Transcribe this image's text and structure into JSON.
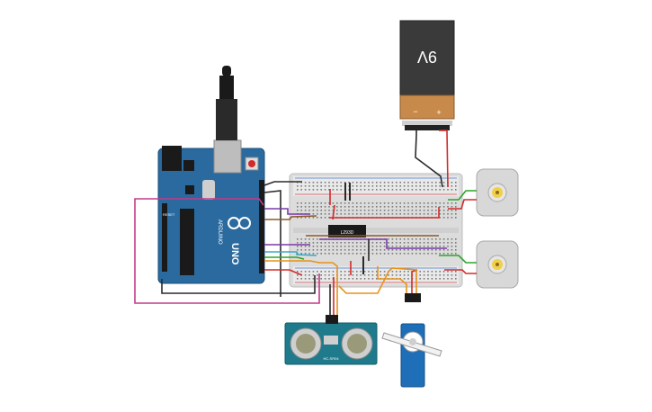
{
  "battery": {
    "voltage_label": "9V",
    "minus_label": "−",
    "plus_label": "+",
    "colors": {
      "body": "#3a3a3a",
      "cap": "#c88a4a",
      "terminal": "#cfcfcf"
    }
  },
  "arduino": {
    "brand_label": "ARDUINO",
    "model_label": "UNO",
    "reset_label": "RESET",
    "color": "#2a6a9e"
  },
  "driver_ic": {
    "part_label": "L293D"
  },
  "ultrasonic": {
    "part_label": "HC-SR04",
    "color": "#1f7a8c"
  },
  "servo": {
    "color": "#1e6fb8"
  },
  "motors": {
    "color": "#d8d8d8",
    "count_label": "2"
  },
  "wire_colors": {
    "black": "#2a2a2a",
    "red": "#d22a2a",
    "green": "#2aa52a",
    "magenta": "#c33a8a",
    "purple": "#7a3aa8",
    "orange": "#e8921a",
    "cyan": "#3aa8c8",
    "brown": "#8a5a2a"
  }
}
